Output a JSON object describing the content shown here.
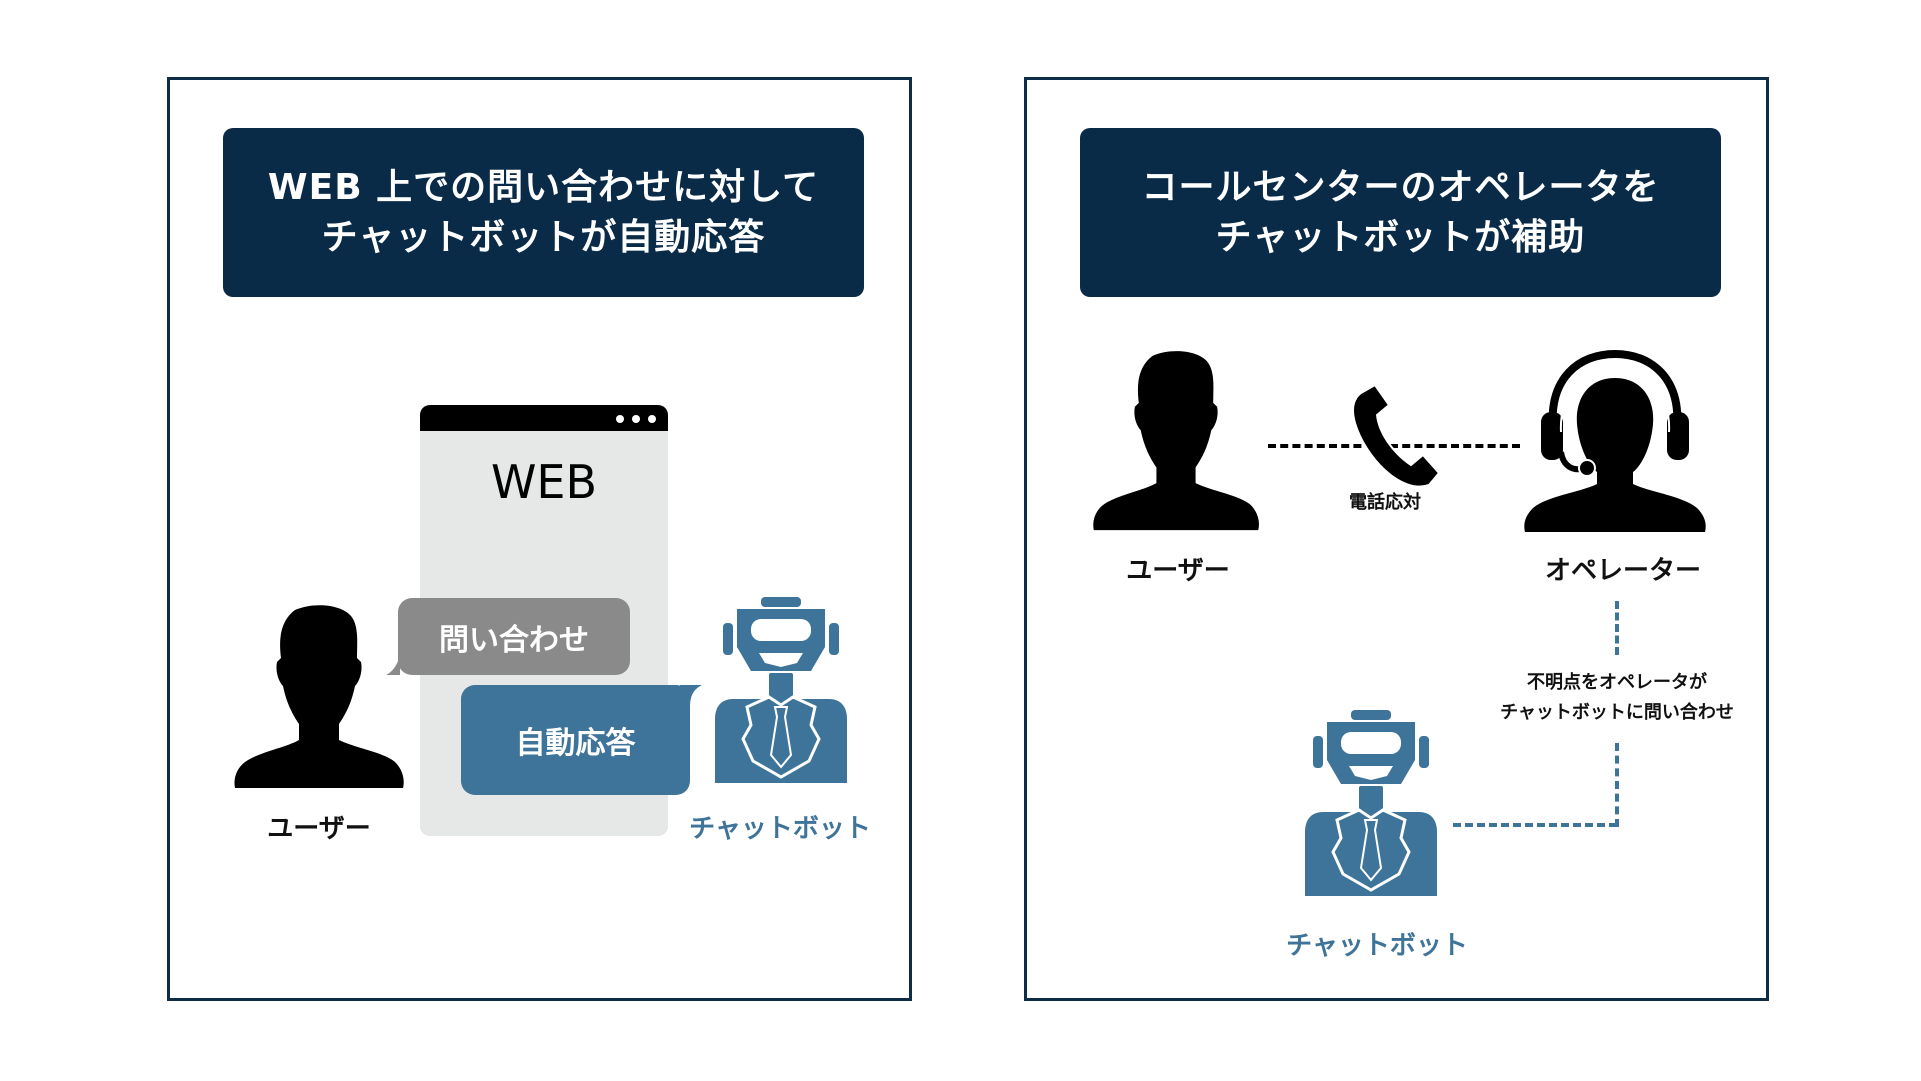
{
  "colors": {
    "navy": "#0a2b48",
    "steel_blue": "#3e7499",
    "bubble_gray": "#8a8a8a",
    "browser_bg": "#e6e7e7",
    "border": "#0d2d47"
  },
  "left_panel": {
    "title_line1": "WEB 上での問い合わせに対して",
    "title_line2": "チャットボットが自動応答",
    "browser_label": "WEB",
    "browser_icon": "three-dots-menu-icon",
    "bubble_inquiry": "問い合わせ",
    "bubble_auto_reply": "自動応答",
    "user_label": "ユーザー",
    "chatbot_label": "チャットボット"
  },
  "right_panel": {
    "title_line1": "コールセンターのオペレータを",
    "title_line2": "チャットボットが補助",
    "user_label": "ユーザー",
    "phone_label": "電話応対",
    "operator_label": "オペレーター",
    "annotation_line1": "不明点をオペレータが",
    "annotation_line2": "チャットボットに問い合わせ",
    "chatbot_label": "チャットボット"
  }
}
